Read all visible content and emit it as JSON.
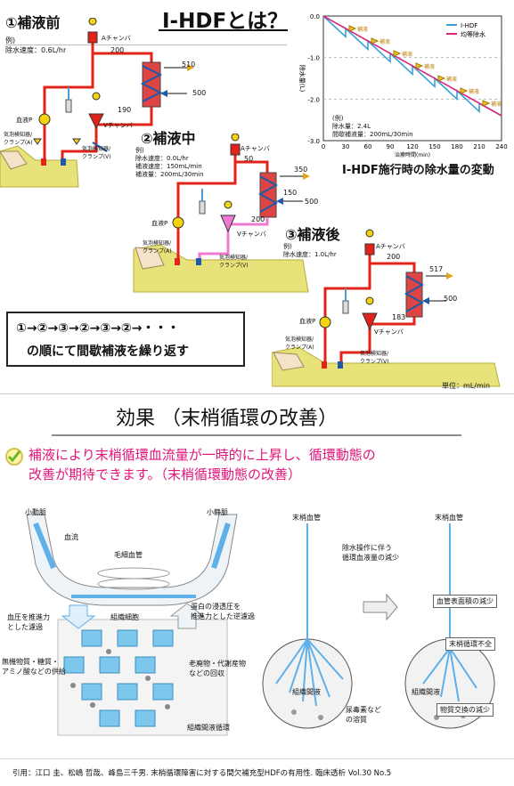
{
  "title": "I-HDFとは？",
  "circuits": {
    "before": {
      "heading": "①補液前",
      "example_label": "例)",
      "example_lines": [
        "除水速度：0.6L/hr"
      ],
      "a_chamber": "Aチャンバ",
      "v_chamber": "Vチャンバ",
      "pump": "血液P",
      "clamp_a": "気泡検知器/\nクランプ(A)",
      "clamp_v": "気泡検知器/\nクランプ(V)",
      "flow_in": "200",
      "flow_out": "190",
      "dialysate_out": "510",
      "dialysate_in": "500"
    },
    "during": {
      "heading": "②補液中",
      "example_label": "例)",
      "example_lines": [
        "除水速度：0.0L/hr",
        "補液速度：150mL/min",
        "補液量：200mL/30min"
      ],
      "a_chamber": "Aチャンバ",
      "v_chamber": "Vチャンバ",
      "pump": "血液P",
      "clamp_a": "気泡検知器/\nクランプ(A)",
      "clamp_v": "気泡検知器/\nクランプ(V)",
      "flow_in": "50",
      "flow_out": "200",
      "dialysate_out": "350",
      "dialysate_mid": "150",
      "dialysate_in": "500"
    },
    "after": {
      "heading": "③補液後",
      "example_label": "例)",
      "example_lines": [
        "除水速度：1.0L/hr"
      ],
      "a_chamber": "Aチャンバ",
      "v_chamber": "Vチャンバ",
      "pump": "血液P",
      "clamp_a": "気泡検知器/\nクランプ(A)",
      "clamp_v": "気泡検知器/\nクランプ(V)",
      "flow_in": "200",
      "flow_out": "183",
      "dialysate_out": "517",
      "dialysate_in": "500"
    }
  },
  "cycle_box": {
    "line1": "①→②→③→②→③→②→・・・",
    "line2": "の順にて間歇補液を繰り返す"
  },
  "unit_note": "単位：mL/min",
  "chart_caption": "I-HDF施行時の除水量の変動",
  "chart_note": {
    "label": "(例)",
    "lines": [
      "除水量：2.4L",
      "間歇補液量：200mL/30min"
    ],
    "hokeki_label": "補液"
  },
  "chart_data": {
    "type": "line",
    "xlabel": "治療時間(min)",
    "ylabel": "除水量(L)",
    "x_ticks": [
      0,
      30,
      60,
      90,
      120,
      150,
      180,
      210,
      240
    ],
    "y_ticks": [
      "0.0",
      "-1.0",
      "-2.0",
      "-3.0"
    ],
    "xlim": [
      0,
      240
    ],
    "ylim": [
      -3.0,
      0.0
    ],
    "legend_position": "top-right",
    "series": [
      {
        "name": "I-HDF",
        "color": "#3aa0d8",
        "x": [
          0,
          30,
          30,
          60,
          60,
          90,
          90,
          120,
          120,
          150,
          150,
          180,
          180,
          210,
          210,
          240
        ],
        "y": [
          0.0,
          -0.5,
          -0.3,
          -0.8,
          -0.6,
          -1.1,
          -0.9,
          -1.4,
          -1.2,
          -1.7,
          -1.5,
          -2.0,
          -1.8,
          -2.3,
          -2.1,
          -2.4
        ]
      },
      {
        "name": "均等除水",
        "color": "#d6257a",
        "x": [
          0,
          240
        ],
        "y": [
          0.0,
          -2.4
        ]
      }
    ]
  },
  "effect": {
    "heading": "効果 （末梢循環の改善）",
    "text_line1": "補液により末梢循環血流量が一時的に上昇し、循環動態の",
    "text_line2": "改善が期待できます。（末梢循環動態の改善）",
    "left_diagram": {
      "small_artery": "小動脈",
      "small_vein": "小静脈",
      "blood_flow": "血流",
      "capillary": "毛細血管",
      "filtration": "血圧を推進力\nとした濾過",
      "reverse": "蛋白の浸透圧を\n推進力とした逆濾過",
      "tissue_cells": "組織細胞",
      "supply": "無機物質・糖質・\nアミノ酸などの供給",
      "recovery": "老廃物・代謝産物\nなどの回収",
      "interstitial": "組織間液循環"
    },
    "right_diagram": {
      "peripheral_vessel_left": "末梢血管",
      "peripheral_vessel_right": "末梢血管",
      "volume_reduction": "除水操作に伴う\n循環血液量の減少",
      "surface_reduction": "血管表面積の減少",
      "insufficiency": "末梢循環不全",
      "interstitial_left": "組織間液",
      "interstitial_right": "組織間液",
      "urea": "尿毒素など\nの溶質",
      "exchange_reduction": "物質交換の減少"
    }
  },
  "citation": "引用：江口 圭、松嶋 哲哉、峰島三千男. 末梢循環障害に対する間欠補充型HDFの有用性. 臨床透析 Vol.30 No.5"
}
